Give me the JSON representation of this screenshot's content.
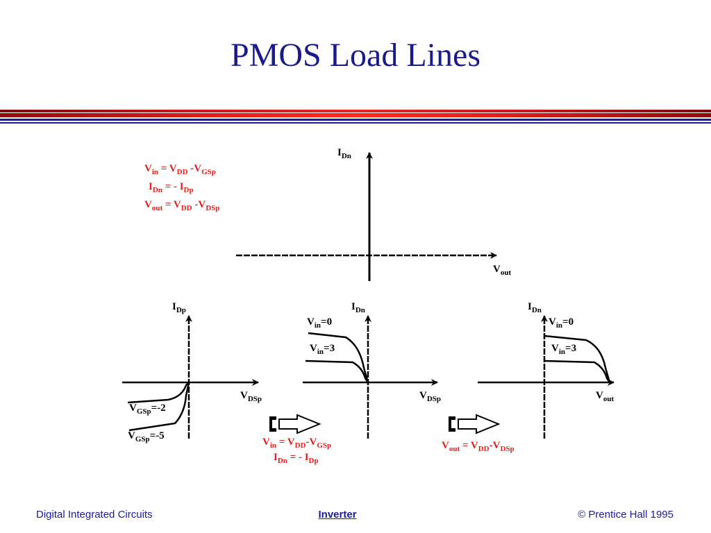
{
  "slide": {
    "title": "PMOS Load Lines"
  },
  "top_chart": {
    "y_axis": {
      "main": "I",
      "sub": "Dn"
    },
    "x_axis": {
      "main": "V",
      "sub": "out"
    },
    "equations": [
      [
        {
          "t": "V",
          "s": "in"
        },
        {
          "t": " = V",
          "s": "DD"
        },
        {
          "t": " -V",
          "s": "GSp"
        }
      ],
      [
        {
          "t": "I",
          "s": "Dn"
        },
        {
          "t": " = - I",
          "s": "Dp"
        }
      ],
      [
        {
          "t": "V",
          "s": "out"
        },
        {
          "t": " = V",
          "s": "DD"
        },
        {
          "t": " -V",
          "s": "DSp"
        }
      ]
    ]
  },
  "chart_1": {
    "y_axis": {
      "main": "I",
      "sub": "Dp"
    },
    "x_axis": {
      "main": "V",
      "sub": "DSp"
    },
    "curve_labels": [
      {
        "main": "V",
        "sub": "GSp",
        "tail": "=-2"
      },
      {
        "main": "V",
        "sub": "GSp",
        "tail": "=-5"
      }
    ]
  },
  "chart_2": {
    "y_axis": {
      "main": "I",
      "sub": "Dn"
    },
    "x_axis": {
      "main": "V",
      "sub": "DSp"
    },
    "curve_labels": [
      {
        "main": "V",
        "sub": "in",
        "tail": "=0"
      },
      {
        "main": "V",
        "sub": "in",
        "tail": "=3"
      }
    ],
    "equations": [
      [
        {
          "t": "V",
          "s": "in"
        },
        {
          "t": " = V",
          "s": "DD"
        },
        {
          "t": "-V",
          "s": "GSp"
        }
      ],
      [
        {
          "t": "I",
          "s": "Dn"
        },
        {
          "t": " = - I",
          "s": "Dp"
        }
      ]
    ]
  },
  "chart_3": {
    "y_axis": {
      "main": "I",
      "sub": "Dn"
    },
    "x_axis": {
      "main": "V",
      "sub": "out"
    },
    "curve_labels": [
      {
        "main": "V",
        "sub": "in",
        "tail": "=0"
      },
      {
        "main": "V",
        "sub": "in",
        "tail": "=3"
      }
    ],
    "equations": [
      [
        {
          "t": "V",
          "s": "out"
        },
        {
          "t": " = V",
          "s": "DD"
        },
        {
          "t": "-V",
          "s": "DSp"
        }
      ]
    ]
  },
  "transition_icons": [
    "arrow-right-icon",
    "arrow-right-icon"
  ],
  "footer": {
    "left": "Digital Integrated Circuits",
    "center": "Inverter",
    "right": "© Prentice Hall 1995"
  }
}
